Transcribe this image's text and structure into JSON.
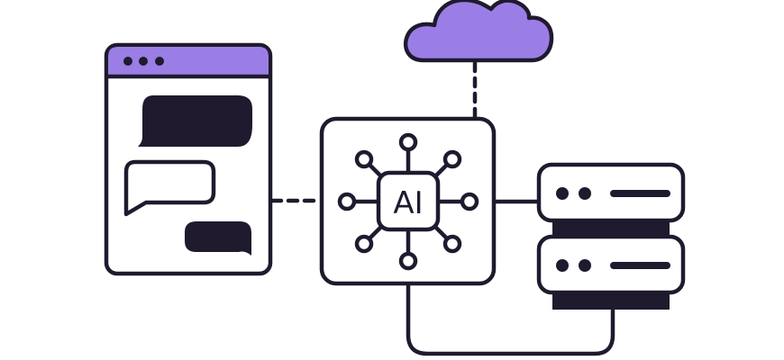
{
  "colors": {
    "ink": "#1f1a2e",
    "accent": "#9a7ee6",
    "background": "#ffffff"
  },
  "nodes": {
    "chat_window": {
      "label": "chat-window",
      "titlebar_dots": 3,
      "bubbles": [
        "outgoing-filled",
        "incoming-outline",
        "outgoing-filled"
      ]
    },
    "ai_hub": {
      "label": "AI",
      "spokes": 8
    },
    "cloud": {
      "label": "cloud"
    },
    "server_stack": {
      "label": "server-stack",
      "units": 2
    }
  },
  "connections": [
    {
      "from": "chat_window",
      "to": "ai_hub",
      "style": "dashed"
    },
    {
      "from": "cloud",
      "to": "ai_hub",
      "style": "dashed"
    },
    {
      "from": "ai_hub",
      "to": "server_stack",
      "style": "solid"
    },
    {
      "from": "ai_hub",
      "to": "server_stack",
      "style": "solid-loop"
    }
  ]
}
